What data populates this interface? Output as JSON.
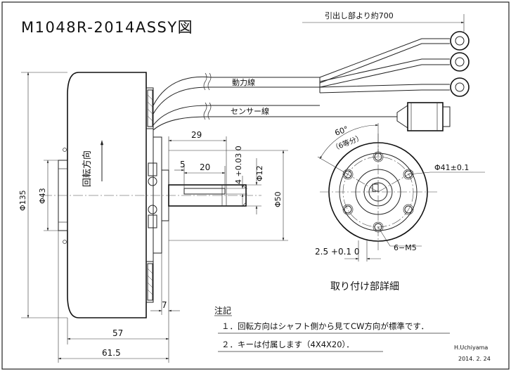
{
  "drawing": {
    "title": "M1048R-2014ASSY図",
    "lead_out": "引出し部より約700",
    "power_line": "動力線",
    "sensor_line": "センサー線",
    "rotation": "回転方向",
    "dims": {
      "d29": "29",
      "d5": "5",
      "d20": "20",
      "tol_key": "4 +0.03 0",
      "phi12": "Φ12",
      "phi135": "Φ135",
      "phi43": "Φ43",
      "phi50": "Φ50",
      "d7": "7",
      "d57": "57",
      "d615": "61.5"
    },
    "detail": {
      "angle": "60°",
      "equal": "（6等分）",
      "pcd": "Φ41±0.1",
      "depth": "2.5 +0.1 0",
      "tap": "6−M5",
      "caption": "取り付け部詳細"
    },
    "notes": {
      "heading": "注記",
      "n1": "１．回転方向はシャフト側から見てCW方向が標準です．",
      "n2": "２．キーは付属します（4X4X20）．"
    },
    "author": "H.Uchiyama",
    "date": "2014. 2. 24"
  }
}
